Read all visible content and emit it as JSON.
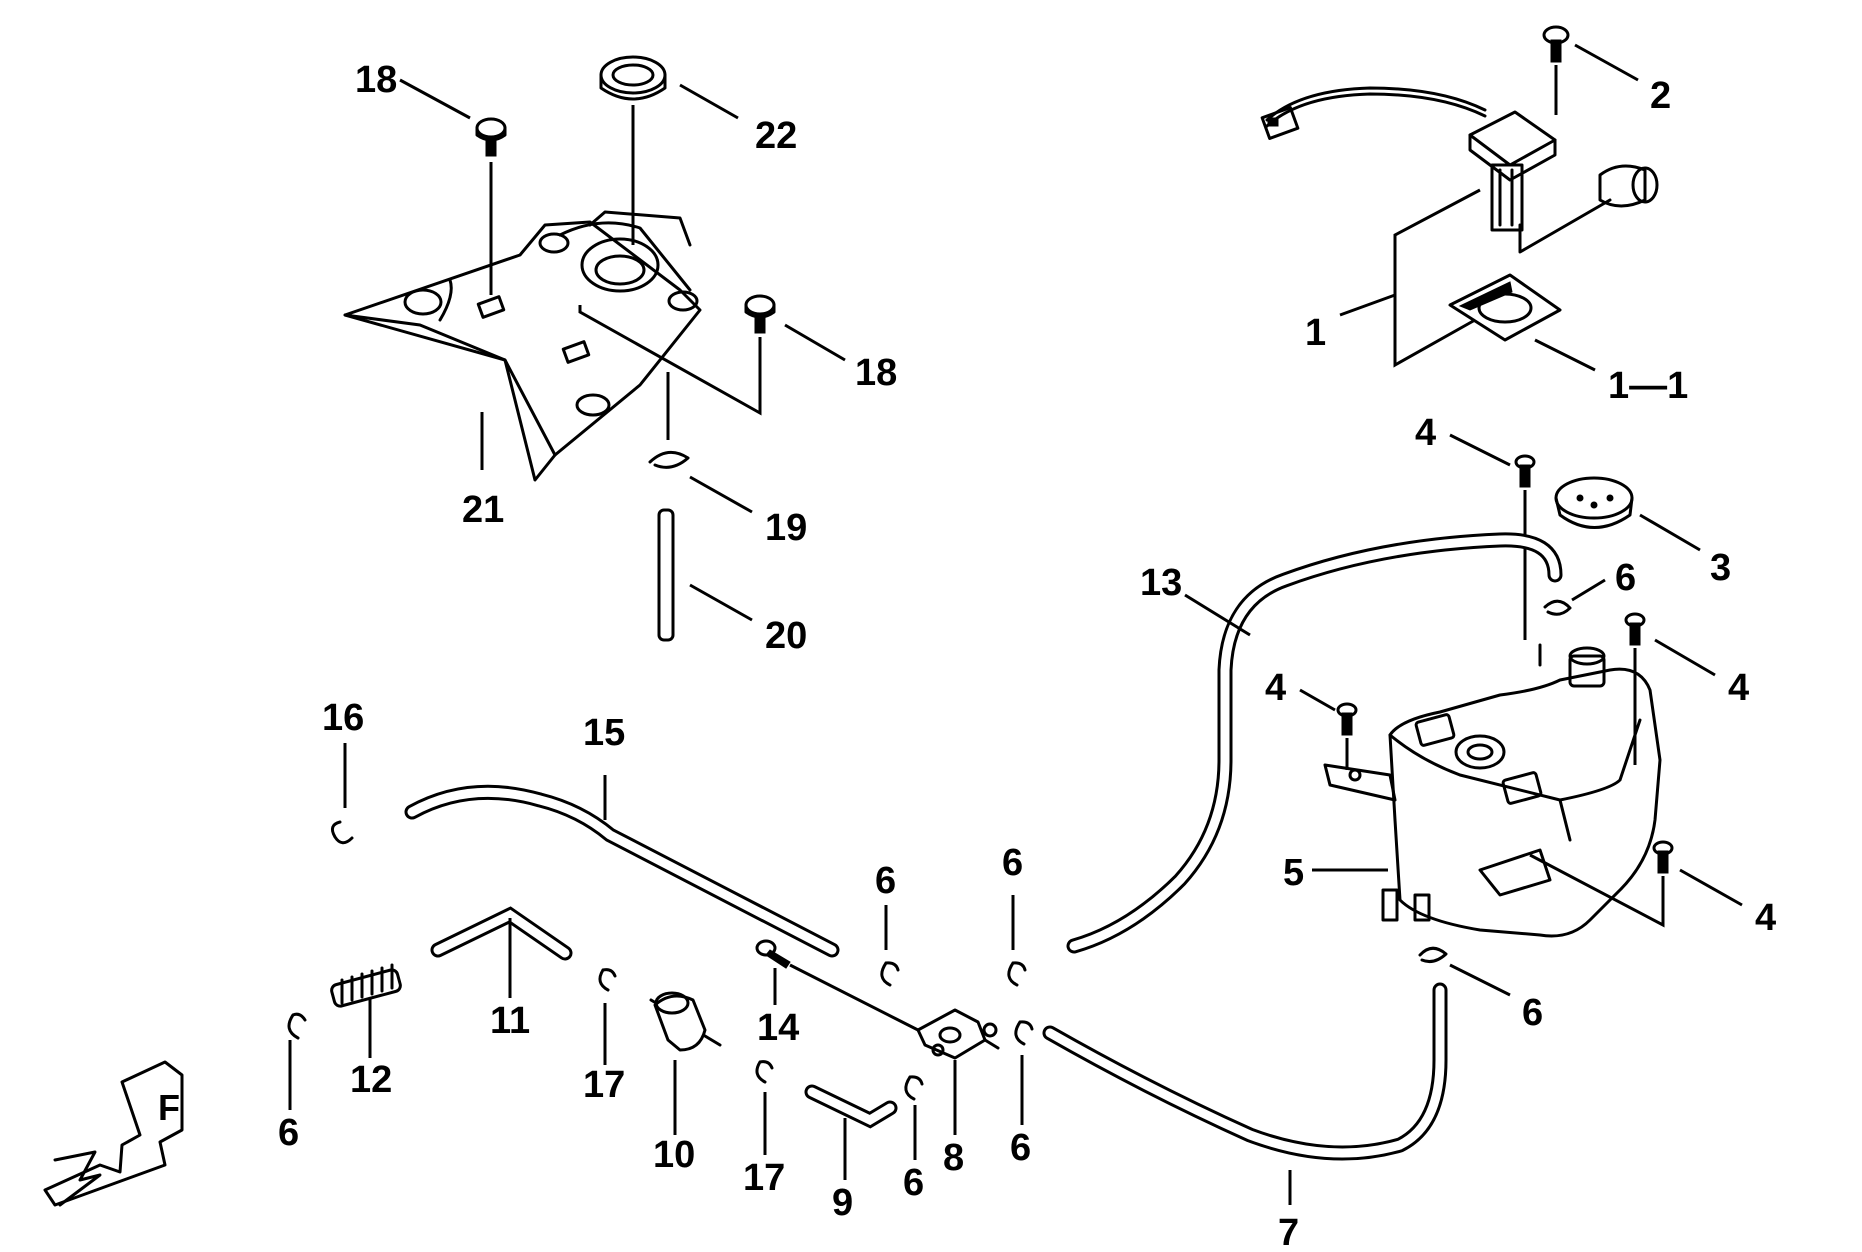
{
  "diagram": {
    "labels": {
      "l1": "1",
      "l1_1": "1—1",
      "l2": "2",
      "l3": "3",
      "l4a": "4",
      "l4b": "4",
      "l4c": "4",
      "l4d": "4",
      "l5": "5",
      "l6a": "6",
      "l6b": "6",
      "l6c": "6",
      "l6d": "6",
      "l6e": "6",
      "l6f": "6",
      "l6g": "6",
      "l7": "7",
      "l8": "8",
      "l9": "9",
      "l10": "10",
      "l11": "11",
      "l12": "12",
      "l13": "13",
      "l14": "14",
      "l15": "15",
      "l16": "16",
      "l17a": "17",
      "l17b": "17",
      "l18a": "18",
      "l18b": "18",
      "l19": "19",
      "l20": "20",
      "l21": "21",
      "l22": "22"
    },
    "front_marker": "F"
  }
}
